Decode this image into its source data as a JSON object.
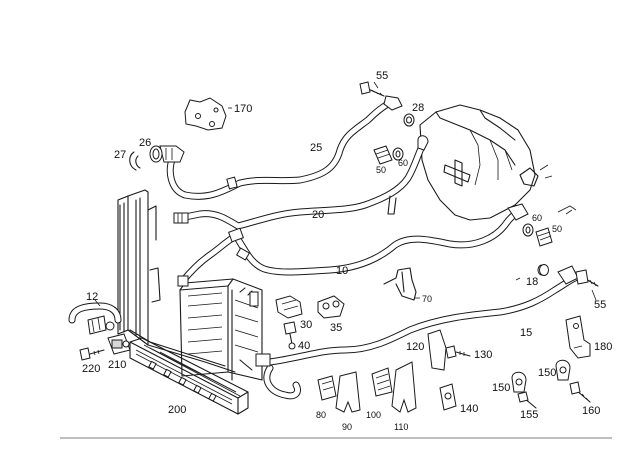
{
  "labels": {
    "p12": "12",
    "p15": "15",
    "p18": "18",
    "p20": "20",
    "p25": "25",
    "p26": "26",
    "p27": "27",
    "p28": "28",
    "p30": "30",
    "p35": "35",
    "p40": "40",
    "p50a": "50",
    "p50b": "50",
    "p55a": "55",
    "p55b": "55",
    "p60a": "60",
    "p60b": "60",
    "p70": "70",
    "p80": "80",
    "p90": "90",
    "p100": "100",
    "p110": "110",
    "p120": "120",
    "p130": "130",
    "p140": "140",
    "p150a": "150",
    "p150b": "150",
    "p155": "155",
    "p160": "160",
    "p170": "170",
    "p180": "180",
    "p200": "200",
    "p210": "210",
    "p220": "220",
    "p10": "10"
  }
}
